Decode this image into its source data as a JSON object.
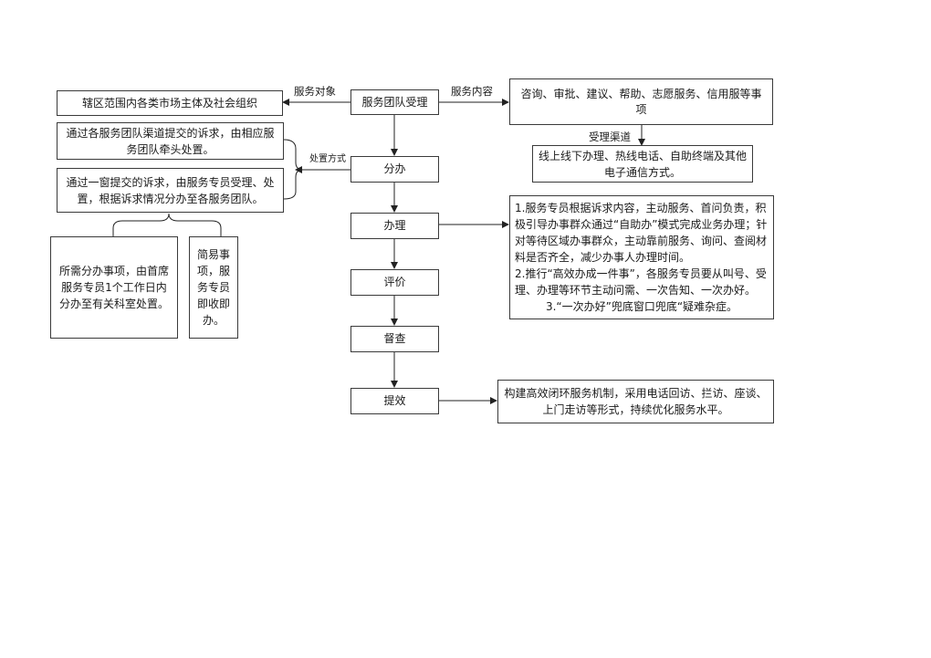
{
  "diagram": {
    "nodes": {
      "team": "服务团队受理",
      "dispatch": "分办",
      "handle": "办理",
      "evaluate": "评价",
      "supervise": "督查",
      "improve": "提效",
      "scope": "辖区范围内各类市场主体及社会组织",
      "content": "咨询、审批、建议、帮助、志愿服务、信用服等事项",
      "channels": "线上线下办理、热线电话、自助终端及其他电子通信方式。",
      "channel_team": "通过各服务团队渠道提交的诉求，由相应服务团队牵头处置。",
      "one_window": "通过一窗提交的诉求，由服务专员受理、处置，根据诉求情况分办至各服务团队。",
      "need_dispatch": "所需分办事项，由首席服务专员1个工作日内分办至有关科室处置。",
      "simple": "简易事项，服务专员即收即办。",
      "handle_detail_1": "1.服务专员根据诉求内容，主动服务、首问负责，积极引导办事群众通过“自助办”模式完成业务办理；针对等待区域办事群众，主动靠前服务、询问、查阅材料是否齐全，减少办事人办理时间。",
      "handle_detail_2": "2.推行“高效办成一件事”，各服务专员要从叫号、受理、办理等环节主动问需、一次告知、一次办好。",
      "handle_detail_3": "3.“一次办好”兜底窗口兜底“疑难杂症。",
      "improve_detail": "构建高效闭环服务机制，采用电话回访、拦访、座谈、上门走访等形式，持续优化服务水平。"
    },
    "edge_labels": {
      "service_target": "服务对象",
      "service_content": "服务内容",
      "channel_label": "受理渠道",
      "handling_method": "处置方式"
    }
  }
}
